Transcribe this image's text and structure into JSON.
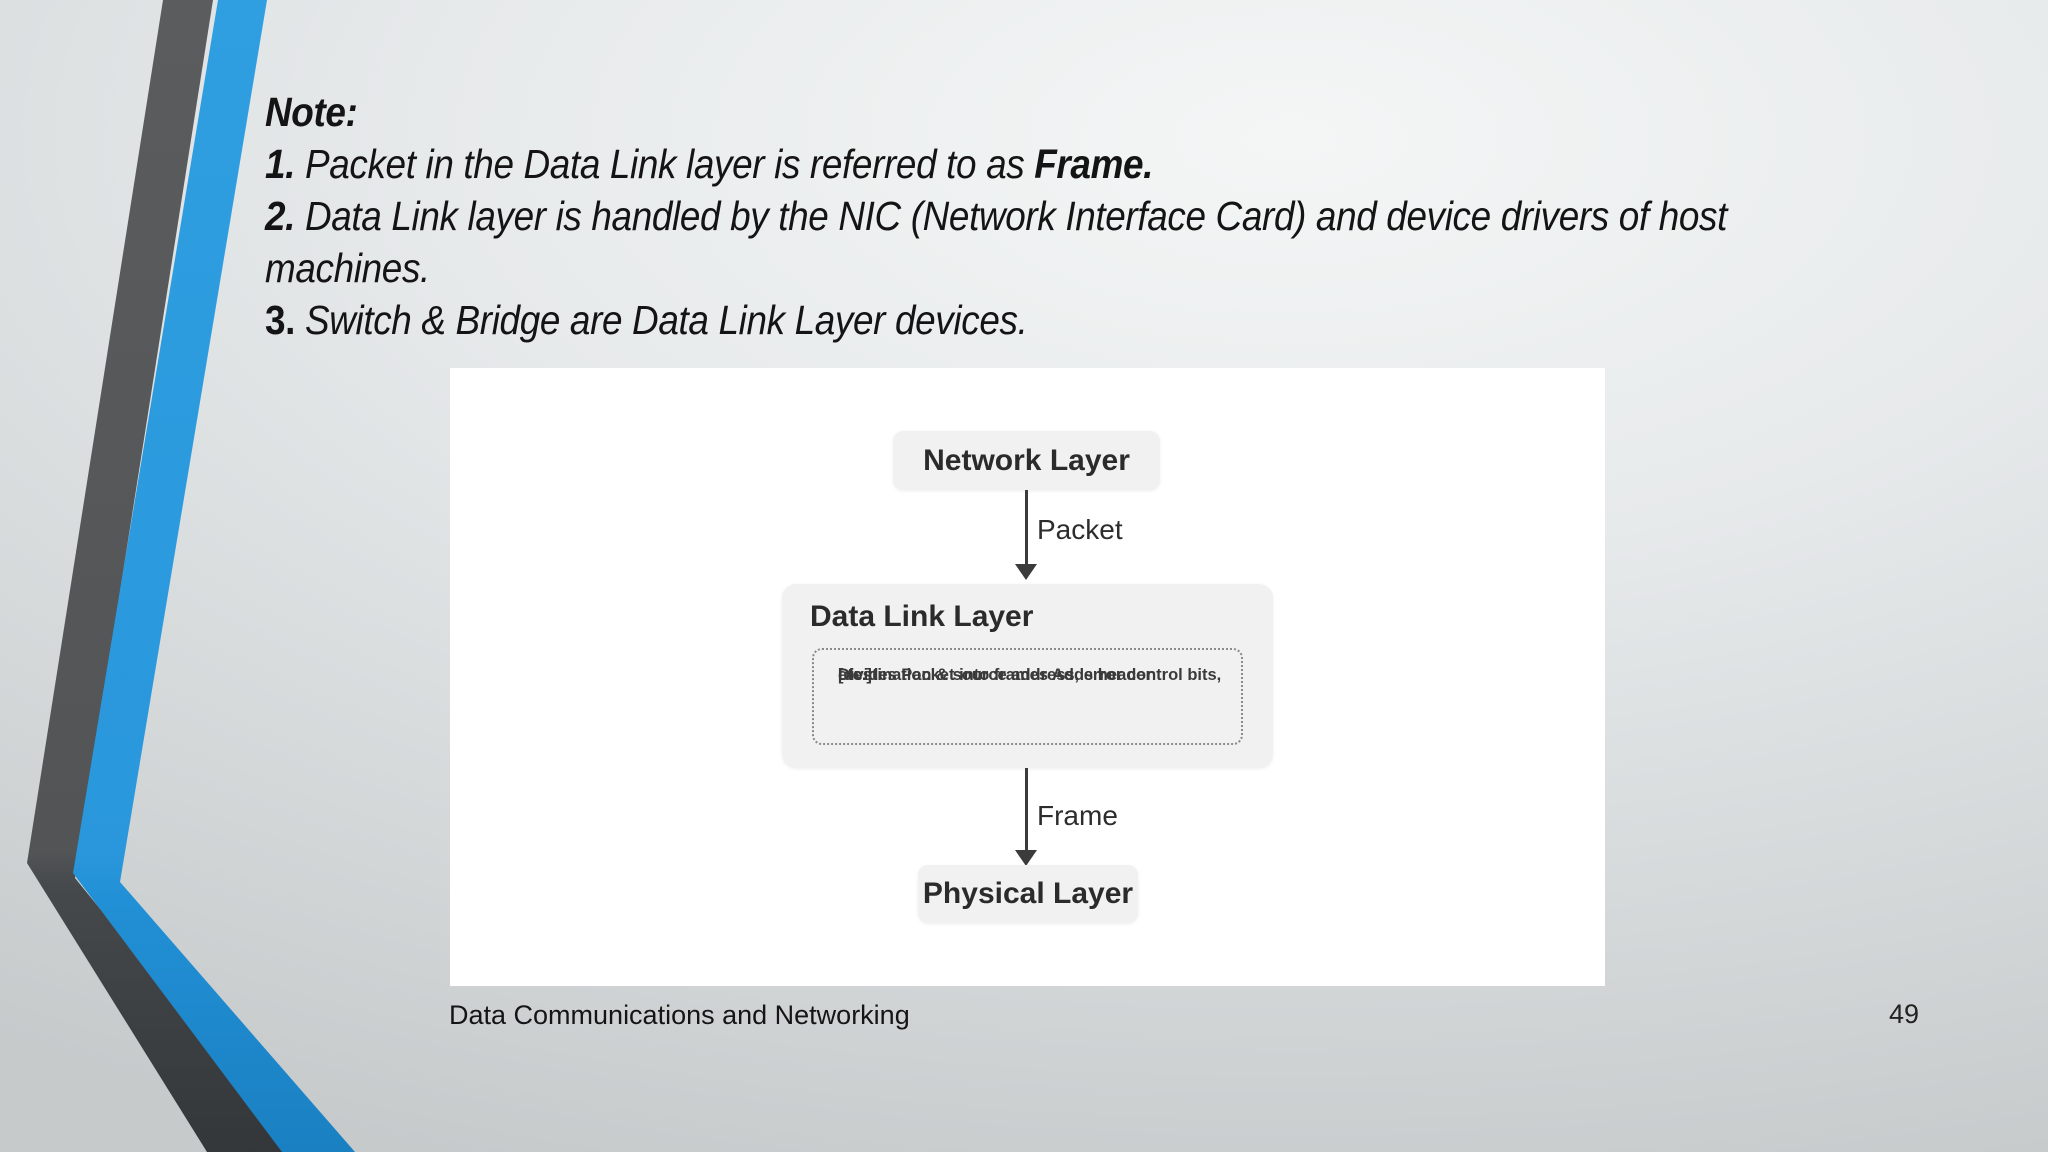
{
  "slide": {
    "note": {
      "lines": [
        {
          "segments": [
            {
              "t": "Note:",
              "b": 1
            }
          ]
        },
        {
          "segments": [
            {
              "t": "1. ",
              "b": 1
            },
            {
              "t": "Packet in the Data Link layer is referred to as ",
              "b": 0
            },
            {
              "t": "Frame.",
              "b": 1
            }
          ]
        },
        {
          "segments": [
            {
              "t": "2. ",
              "b": 1
            },
            {
              "t": "Data Link layer is handled by the NIC (Network Interface Card) and device drivers of host",
              "b": 0
            }
          ]
        },
        {
          "segments": [
            {
              "t": "machines.",
              "b": 0
            }
          ]
        },
        {
          "segments": [
            {
              "t": "3. ",
              "b": 1,
              "u": 1
            },
            {
              "t": "Switch & Bridge are Data Link Layer devices.",
              "b": 0
            }
          ]
        }
      ]
    },
    "diagram": {
      "network_box_label": "Network Layer",
      "packet_arrow_label": "Packet",
      "dll_box_title": "Data Link Layer",
      "dll_detail_lines": [
        "Divides Packet into frames Adds header",
        "[destination & source address, error control bits,",
        "etc.]"
      ],
      "frame_arrow_label": "Frame",
      "physical_box_label": "Physical Layer"
    },
    "footer": {
      "title": "Data Communications and Networking",
      "page_number": "49"
    },
    "colors": {
      "accent_blue": "#2797DA",
      "stripe_gray": "#515456",
      "box_fill": "#f1f1f1",
      "panel_white": "#ffffff"
    }
  }
}
